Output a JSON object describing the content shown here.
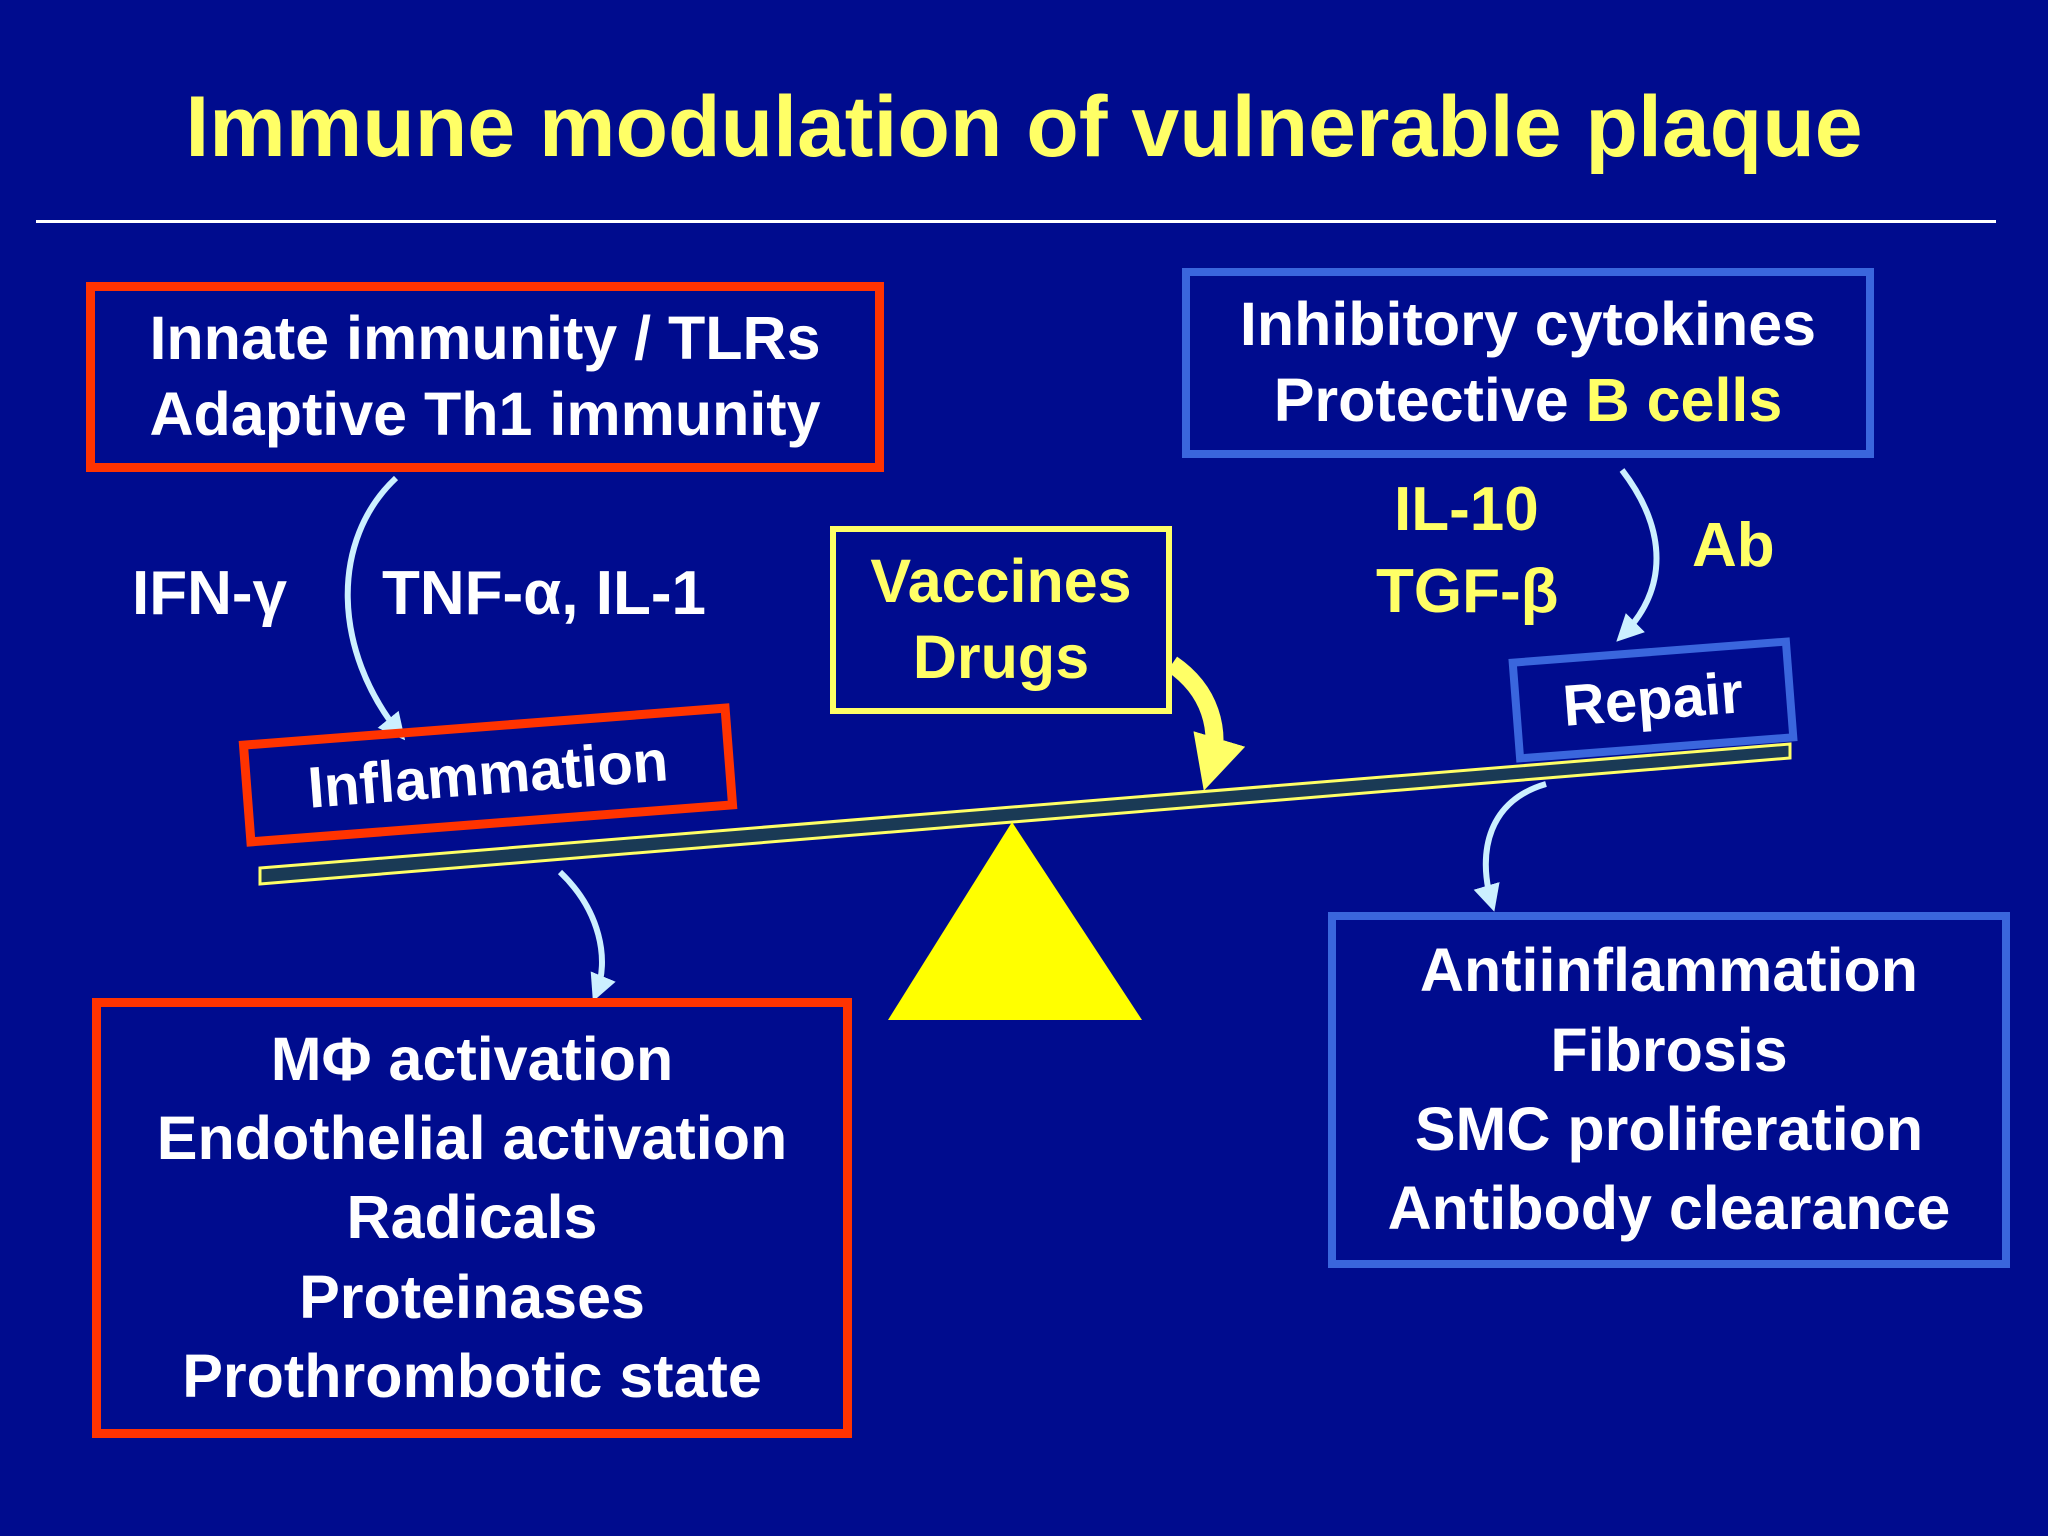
{
  "title": "Immune modulation of vulnerable plaque",
  "top_left_box": [
    "Innate immunity / TLRs",
    "Adaptive Th1 immunity"
  ],
  "top_right_box": {
    "line1": "Inhibitory cytokines",
    "line2_prefix": "Protective ",
    "line2_highlight": "B cells"
  },
  "labels": {
    "ifn": "IFN-γ",
    "tnf": "TNF-α, IL-1",
    "il10": "IL-10",
    "tgf": "TGF-β",
    "ab": "Ab"
  },
  "center_box": [
    "Vaccines",
    "Drugs"
  ],
  "inflammation": "Inflammation",
  "repair": "Repair",
  "bottom_left_box": [
    "MΦ activation",
    "Endothelial activation",
    "Radicals",
    "Proteinases",
    "Prothrombotic state"
  ],
  "bottom_right_box": [
    "Antiinflammation",
    "Fibrosis",
    "SMC proliferation",
    "Antibody clearance"
  ],
  "colors": {
    "background": "#000c8e",
    "title": "#ffff66",
    "pro_inflammatory_border": "#ff3300",
    "protective_border": "#3a66dd",
    "arrow": "#ccf0ff",
    "fulcrum": "#ffff00"
  }
}
